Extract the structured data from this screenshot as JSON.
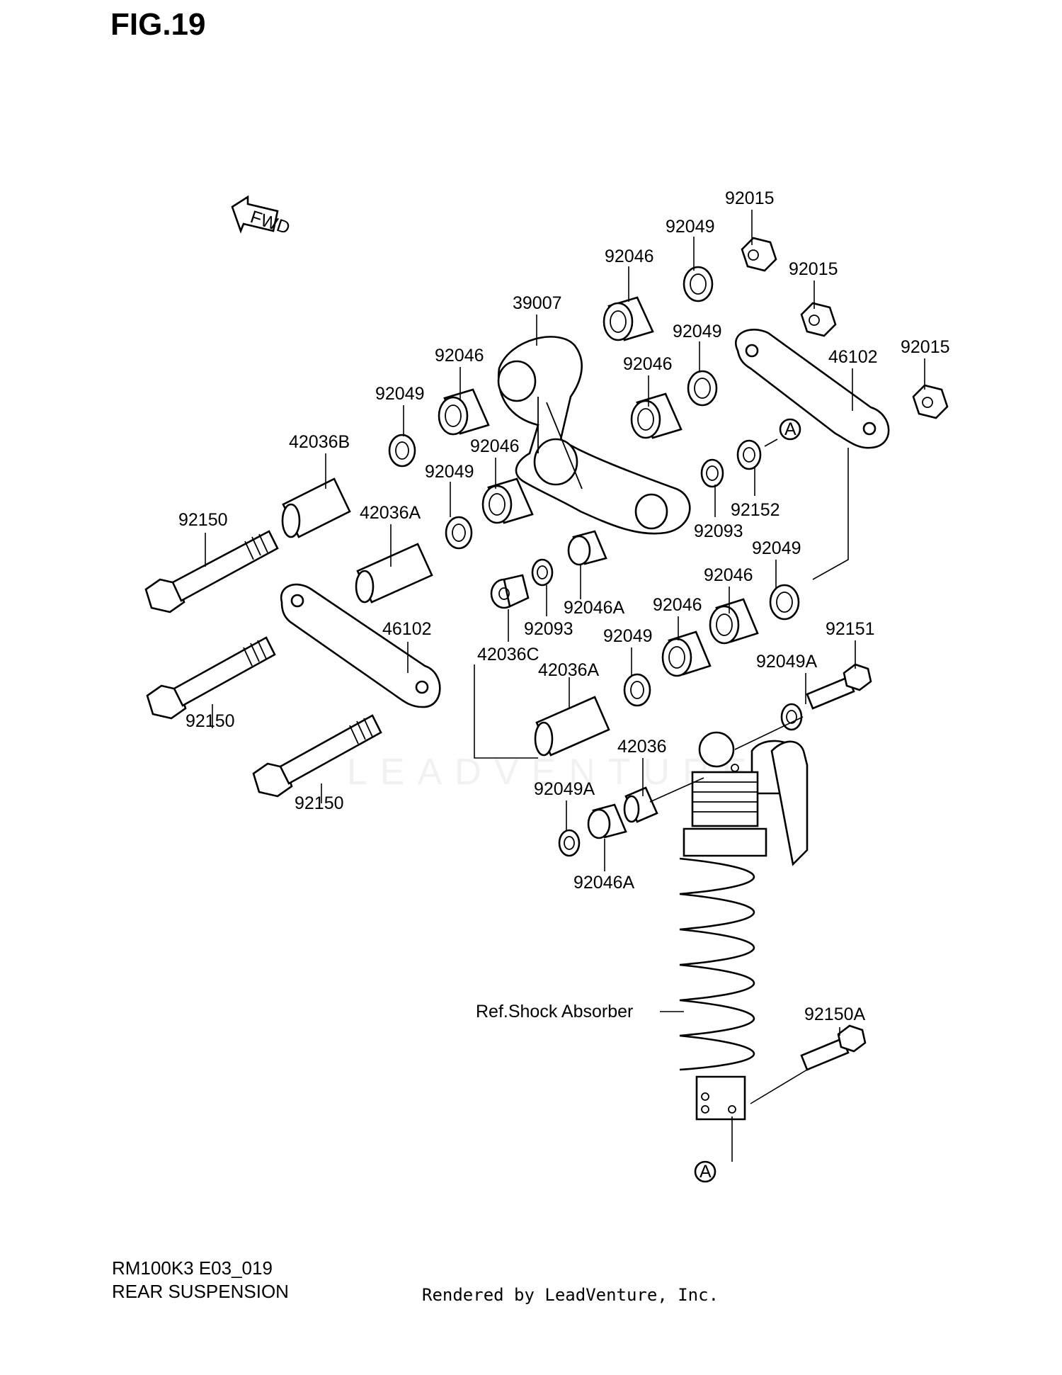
{
  "figure": {
    "title": "FIG.19",
    "model_code": "RM100K3 E03_019",
    "section_name": "REAR SUSPENSION",
    "rendered_by": "Rendered by LeadVenture, Inc.",
    "watermark": "LEADVENTURE",
    "direction_label": "FWD"
  },
  "callouts": {
    "c_92015_top": "92015",
    "c_92049_top": "92049",
    "c_92046_top": "92046",
    "c_92015_mid": "92015",
    "c_39007": "39007",
    "c_92049_b": "92049",
    "c_92015_right": "92015",
    "c_46102_top": "46102",
    "c_92046_left": "92046",
    "c_92046_mid": "92046",
    "c_92049_left": "92049",
    "c_42036B": "42036B",
    "c_92046_c": "92046",
    "c_92049_c": "92049",
    "c_42036A_top": "42036A",
    "c_92150_top": "92150",
    "c_92152": "92152",
    "c_92093_r": "92093",
    "c_92049_r": "92049",
    "c_92046A_top": "92046A",
    "c_92046_r1": "92046",
    "c_92093_m": "92093",
    "c_42036C": "42036C",
    "c_92046_r2": "92046",
    "c_92049_m": "92049",
    "c_92151": "92151",
    "c_46102_bot": "46102",
    "c_92150_mid": "92150",
    "c_42036A_bot": "42036A",
    "c_92049A_r": "92049A",
    "c_42036": "42036",
    "c_92049A_l": "92049A",
    "c_92150_bot": "92150",
    "c_92046A_bot": "92046A",
    "c_ref_shock": "Ref.Shock Absorber",
    "c_92150A": "92150A",
    "c_A_top": "A",
    "c_A_bot": "A"
  }
}
